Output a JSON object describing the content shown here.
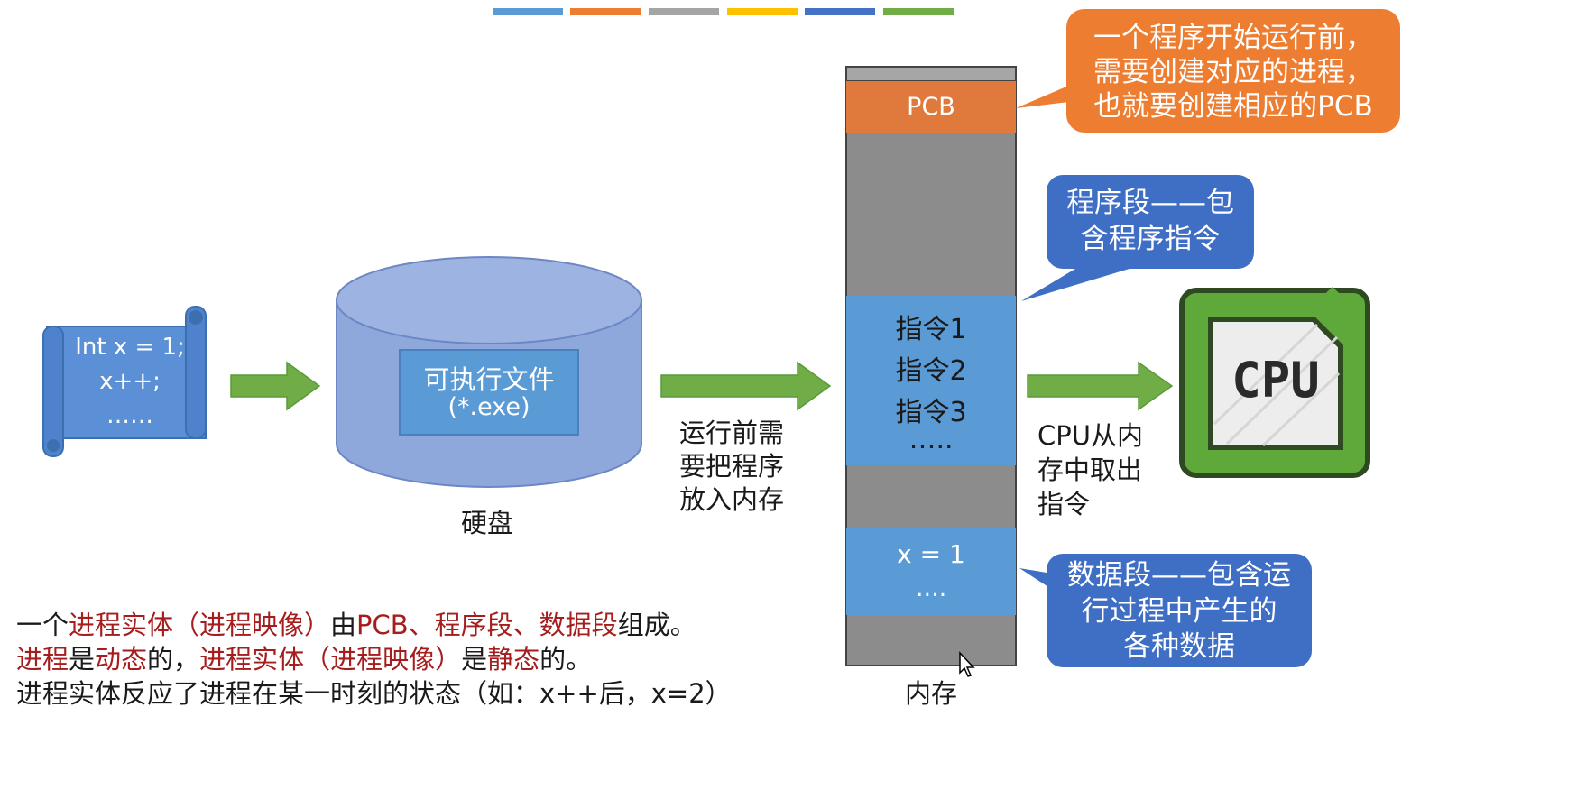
{
  "colors": {
    "top_bar": [
      "#5b9bd5",
      "#ed7d31",
      "#a5a5a5",
      "#ffc000",
      "#4472c4",
      "#70ad47"
    ],
    "scroll_fill": "#5b8fd6",
    "disk_fill": "#8fa8dc",
    "memory_gray": "#8c8c8c",
    "segment_blue": "#5b9bd5",
    "pcb_orange": "#e07a3c",
    "callout_orange": "#ed7d31",
    "callout_blue": "#3f6fc4",
    "arrow_green": "#70ad47",
    "highlight_red": "#a51d1d"
  },
  "scroll": {
    "lines": [
      "Int x = 1;",
      "x++;",
      "……"
    ]
  },
  "disk": {
    "file_label_1": "可执行文件",
    "file_label_2": "(*.exe)",
    "caption": "硬盘"
  },
  "arrow2_label": [
    "运行前需",
    "要把程序",
    "放入内存"
  ],
  "memory": {
    "pcb_label": "PCB",
    "program_segment": [
      "指令1",
      "指令2",
      "指令3",
      "….."
    ],
    "data_segment": [
      "x = 1",
      "…."
    ],
    "caption": "内存"
  },
  "arrow3_label": [
    "CPU从内",
    "存中取出",
    "指令"
  ],
  "cpu": {
    "chip_label": "CPU"
  },
  "callouts": {
    "pcb": [
      "一个程序开始运行前，",
      "需要创建对应的进程，",
      "也就要创建相应的PCB"
    ],
    "program": [
      "程序段——包",
      "含程序指令"
    ],
    "data": [
      "数据段——包含运",
      "行过程中产生的",
      "各种数据"
    ]
  },
  "notes": {
    "line1": [
      {
        "text": "一个",
        "style": "black"
      },
      {
        "text": "进程实体（进程映像）",
        "style": "red"
      },
      {
        "text": "由",
        "style": "black"
      },
      {
        "text": "PCB、程序段、数据段",
        "style": "red"
      },
      {
        "text": "组成。",
        "style": "black"
      }
    ],
    "line2": [
      {
        "text": "进程",
        "style": "red"
      },
      {
        "text": "是",
        "style": "black"
      },
      {
        "text": "动态",
        "style": "red"
      },
      {
        "text": "的，",
        "style": "black"
      },
      {
        "text": "进程实体（进程映像）",
        "style": "red"
      },
      {
        "text": "是",
        "style": "black"
      },
      {
        "text": "静态",
        "style": "red"
      },
      {
        "text": "的。",
        "style": "black"
      }
    ],
    "line3": "进程实体反应了进程在某一时刻的状态（如：x++后，x=2）"
  }
}
